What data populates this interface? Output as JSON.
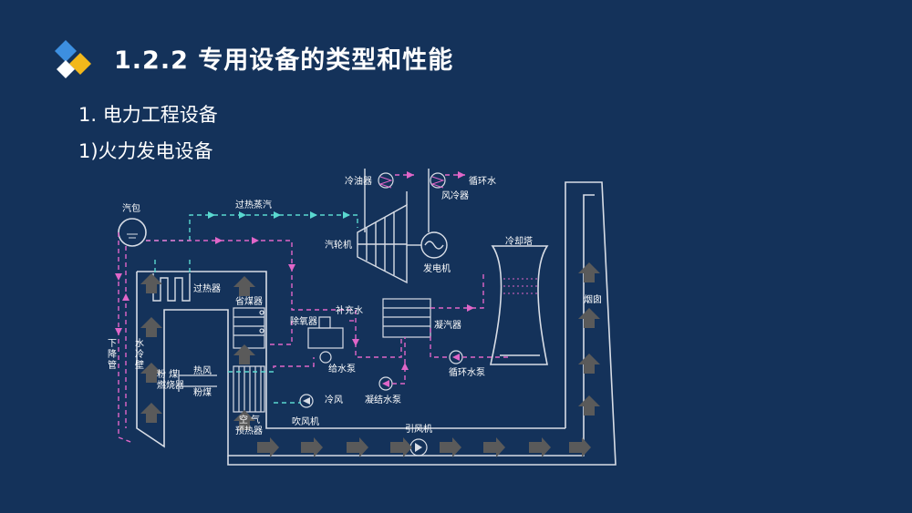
{
  "header": {
    "title": "1.2.2   专用设备的类型和性能",
    "subtitle1": "1. 电力工程设备",
    "subtitle2": "1)火力发电设备"
  },
  "diagram": {
    "labels": {
      "drum": "汽包",
      "superheated_steam": "过热蒸汽",
      "oil_cooler": "冷油器",
      "circulating_water": "循环水",
      "air_cooler": "风冷器",
      "turbine": "汽轮机",
      "generator": "发电机",
      "cooling_tower": "冷却塔",
      "chimney": "烟囱",
      "superheater": "过热器",
      "economizer": "省煤器",
      "makeup_water": "补充水",
      "deaerator": "除氧器",
      "condenser": "凝汽器",
      "feed_pump": "给水泵",
      "circ_pump": "循环水泵",
      "condensate_pump": "凝结水泵",
      "hot_air": "热风",
      "pulverized_coal": "粉煤",
      "burner": "粉 煤\n燃烧器",
      "cold_air": "冷风",
      "blower": "吹风机",
      "air_preheater": "空 气\n预热器",
      "induced_fan": "引风机",
      "downcomer": "下\n降\n管",
      "water_wall": "水\n冷\n壁"
    },
    "colors": {
      "background": "#14325a",
      "steam_line": "#5ad8d0",
      "water_line": "#e066c8",
      "structure": "#d8dde6",
      "gray_arrow": "#5a5a5a"
    }
  }
}
